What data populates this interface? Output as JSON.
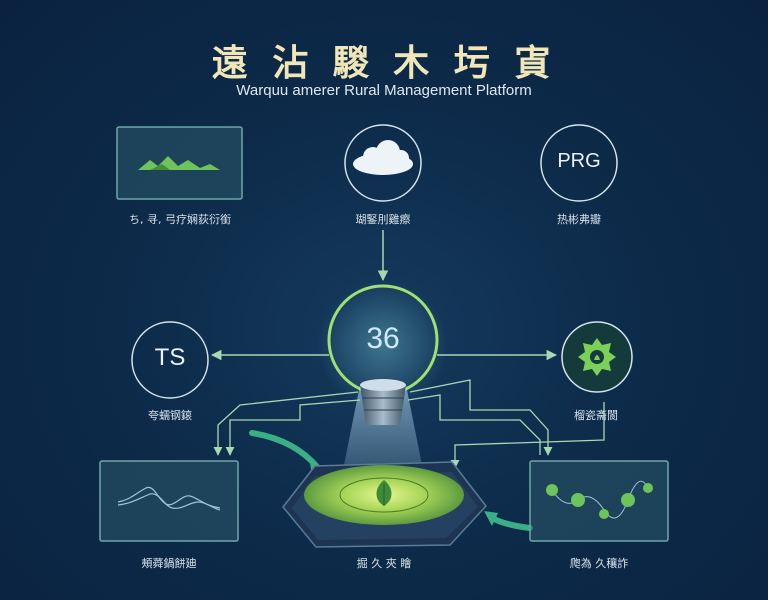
{
  "header": {
    "title": "遠 沾 騣 木 圬 寊",
    "subtitle": "Warquu amerer Rural Management Platform"
  },
  "nodes": {
    "top_left": {
      "label": "ち, 寻, 弓疗娴荻衍銜",
      "icon": "mountains-icon"
    },
    "top_center": {
      "label": "瑚鋻刖雞瘵",
      "icon": "cloud-icon"
    },
    "top_right": {
      "label": "热彬弗瓣",
      "text": "PRG"
    },
    "center": {
      "value": "36"
    },
    "mid_left": {
      "label": "夸蠕钢鎄",
      "text": "TS"
    },
    "mid_right": {
      "label": "榴瓷斋閬",
      "icon": "gear-plant-icon"
    },
    "bottom_left": {
      "label": "頰蕣鍋餅廸",
      "icon": "waveform-icon"
    },
    "bottom_center": {
      "label": "掘 久 夾 瞺",
      "icon": "leaf-icon"
    },
    "bottom_right": {
      "label": "爮為 久穰詐",
      "icon": "network-icon"
    }
  },
  "colors": {
    "accent_green": "#8fd46f",
    "line_color": "#a8d8b0",
    "panel_border": "#6fa7a8",
    "title_color": "#f1e6b8"
  }
}
